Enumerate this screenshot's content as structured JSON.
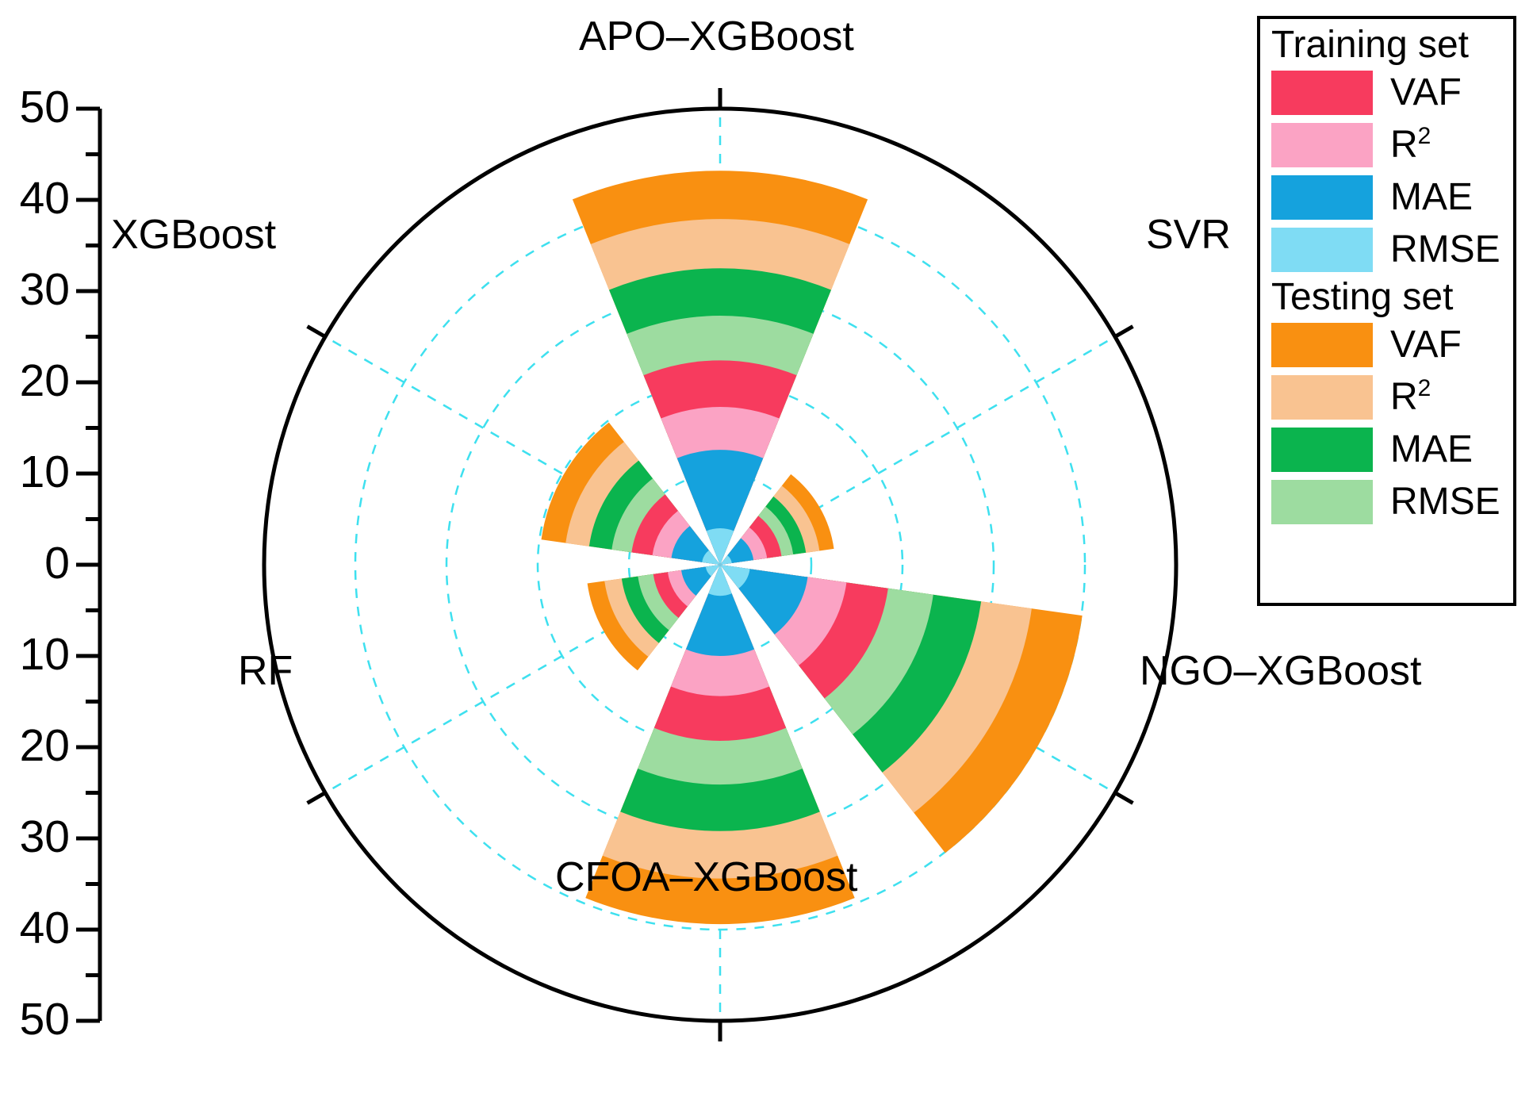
{
  "chart_data": {
    "type": "bar",
    "subtype": "polar-stacked-bar",
    "title": "",
    "xlabel": "",
    "ylabel": "",
    "rlim": [
      0,
      50
    ],
    "rticks": [
      50,
      40,
      30,
      20,
      10,
      0,
      10,
      20,
      30,
      40,
      50
    ],
    "grid": true,
    "grid_color": "#3ee0ef",
    "legend_position": "top-right",
    "categories": [
      "APO–XGBoost",
      "SVR",
      "NGO–XGBoost",
      "CFOA–XGBoost",
      "RF",
      "XGBoost"
    ],
    "category_angles_deg": [
      90,
      30,
      -30,
      -90,
      -150,
      150
    ],
    "series": [
      {
        "name": "RMSE",
        "set": "Training set",
        "color": "#7fdcf4",
        "values": [
          4.0,
          1.3,
          3.3,
          3.4,
          1.6,
          2.0
        ]
      },
      {
        "name": "MAE",
        "set": "Training set",
        "color": "#15a2dd",
        "values": [
          8.6,
          2.4,
          6.4,
          6.6,
          2.7,
          3.4
        ]
      },
      {
        "name": "R²",
        "set": "Training set",
        "color": "#fba3c4",
        "values": [
          4.7,
          1.5,
          4.3,
          4.4,
          1.5,
          2.1
        ]
      },
      {
        "name": "VAF",
        "set": "Training set",
        "color": "#f73b5e",
        "values": [
          5.1,
          1.6,
          4.6,
          4.9,
          1.6,
          2.3
        ]
      },
      {
        "name": "RMSE",
        "set": "Testing set",
        "color": "#9ddca0",
        "values": [
          4.9,
          1.3,
          5.0,
          4.8,
          1.7,
          2.2
        ]
      },
      {
        "name": "MAE",
        "set": "Testing set",
        "color": "#0bb44e",
        "values": [
          5.2,
          1.4,
          5.3,
          5.1,
          1.8,
          2.5
        ]
      },
      {
        "name": "R²",
        "set": "Testing set",
        "color": "#f9c391",
        "values": [
          5.4,
          1.5,
          5.6,
          5.2,
          1.9,
          2.6
        ]
      },
      {
        "name": "VAF",
        "set": "Testing set",
        "color": "#f99011",
        "values": [
          5.3,
          1.6,
          5.6,
          5.0,
          1.9,
          2.7
        ]
      }
    ]
  },
  "axis": {
    "tick_labels": [
      "50",
      "40",
      "30",
      "20",
      "10",
      "0",
      "10",
      "20",
      "30",
      "40",
      "50"
    ]
  },
  "categories": {
    "items": [
      {
        "label": "APO–XGBoost"
      },
      {
        "label": "SVR"
      },
      {
        "label": "NGO–XGBoost"
      },
      {
        "label": "CFOA–XGBoost"
      },
      {
        "label": "RF"
      },
      {
        "label": "XGBoost"
      }
    ]
  },
  "legend": {
    "groups": [
      {
        "title": "Training set",
        "items": [
          {
            "label": "VAF",
            "sup": "",
            "color": "#f73b5e"
          },
          {
            "label": "R",
            "sup": "2",
            "color": "#fba3c4"
          },
          {
            "label": "MAE",
            "sup": "",
            "color": "#15a2dd"
          },
          {
            "label": "RMSE",
            "sup": "",
            "color": "#7fdcf4"
          }
        ]
      },
      {
        "title": "Testing set",
        "items": [
          {
            "label": "VAF",
            "sup": "",
            "color": "#f99011"
          },
          {
            "label": "R",
            "sup": "2",
            "color": "#f9c391"
          },
          {
            "label": "MAE",
            "sup": "",
            "color": "#0bb44e"
          },
          {
            "label": "RMSE",
            "sup": "",
            "color": "#9ddca0"
          }
        ]
      }
    ]
  },
  "colors": {
    "outline": "#000000",
    "grid": "#3ee0ef",
    "background": "#ffffff"
  }
}
